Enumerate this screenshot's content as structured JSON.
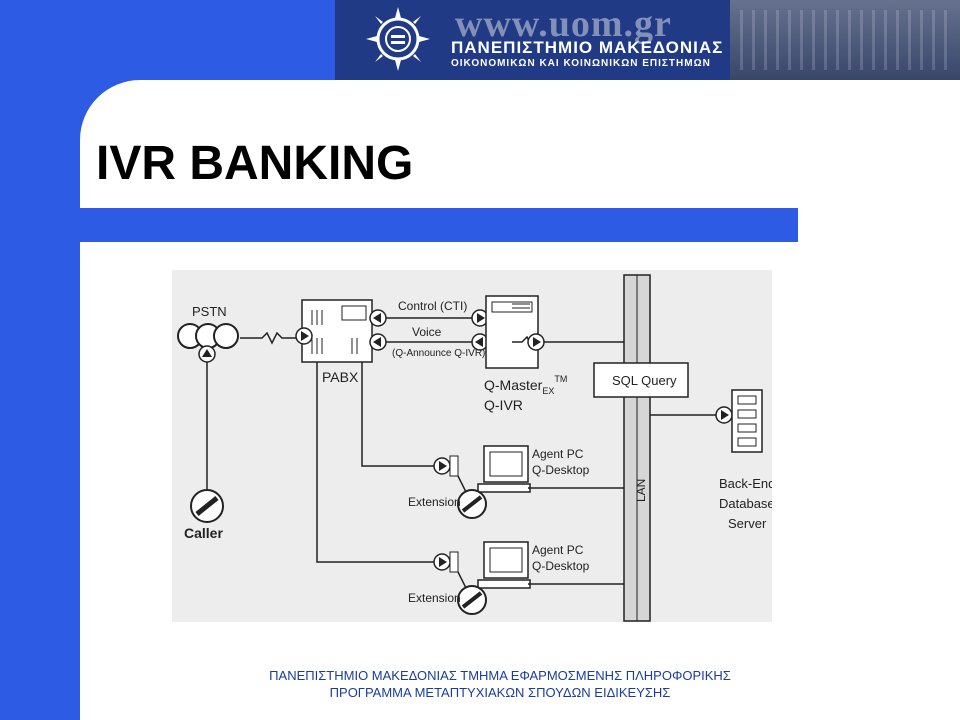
{
  "header": {
    "url": "www.uom.gr",
    "university_name": "ΠΑΝΕΠΙΣΤΗΜΙΟ ΜΑΚΕΔΟΝΙΑΣ",
    "university_sub": "ΟΙΚΟΝΟΜΙΚΩΝ ΚΑΙ ΚΟΙΝΩΝΙΚΩΝ ΕΠΙΣΤΗΜΩΝ"
  },
  "slide": {
    "title": "IVR BANKING"
  },
  "diagram": {
    "pstn": "PSTN",
    "caller": "Caller",
    "pabx": "PABX",
    "control": "Control (CTI)",
    "voice": "Voice",
    "announce": "(Q-Announce Q-IVR)",
    "qmaster": "Q-Master",
    "qmaster_sub": "EX",
    "qmaster_sup": "TM",
    "qivr": "Q-IVR",
    "sql": "SQL Query",
    "lan": "LAN",
    "backend_1": "Back-End",
    "backend_2": "Database",
    "backend_3": "Server",
    "agent1_1": "Agent PC",
    "agent1_2": "Q-Desktop",
    "agent2_1": "Agent PC",
    "agent2_2": "Q-Desktop",
    "extension1": "Extension",
    "extension2": "Extension"
  },
  "footer": {
    "line1": "ΠΑΝΕΠΙΣΤΗΜΙΟ ΜΑΚΕΔΟΝΙΑΣ ΤΜΗΜΑ ΕΦΑΡΜΟΣΜΕΝΗΣ ΠΛΗΡΟΦΟΡΙΚΗΣ",
    "line2": "ΠΡΟΓΡΑΜΜΑ ΜΕΤΑΠΤΥΧΙΑΚΩΝ ΣΠΟΥΔΩΝ ΕΙΔΙΚΕΥΣΗΣ"
  },
  "colors": {
    "accent": "#2d5be3",
    "banner": "#203a86",
    "footer_text": "#1a3c9e"
  }
}
